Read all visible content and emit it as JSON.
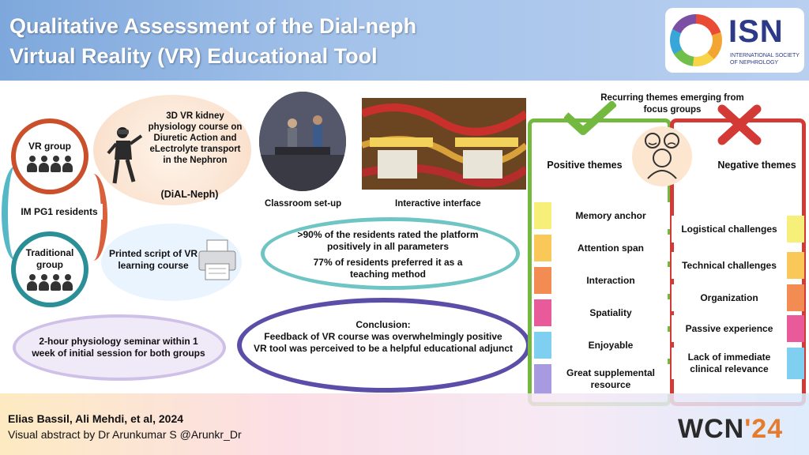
{
  "header": {
    "title_line1": "Qualitative Assessment of the Dial-neph",
    "title_line2": "Virtual Reality (VR) Educational Tool"
  },
  "logo": {
    "name": "ISN",
    "subtitle": "INTERNATIONAL SOCIETY OF NEPHROLOGY"
  },
  "groups": {
    "vr_group": "VR group",
    "participants": "IM PG1 residents",
    "traditional_group": "Traditional group"
  },
  "vr_course": {
    "description": "3D VR kidney physiology course on Diuretic Action and eLectrolyte transport in the Nephron",
    "name": "(DiAL-Neph)"
  },
  "printed": {
    "text": "Printed script of VR learning course"
  },
  "seminar": {
    "text": "2-hour physiology seminar within 1 week of initial session for both groups"
  },
  "photos": {
    "caption1": "Classroom set-up",
    "caption2": "Interactive interface"
  },
  "stats": {
    "line1": ">90% of the residents rated the platform positively in all parameters",
    "line2": "77% of residents preferred it as a teaching method"
  },
  "conclusion": {
    "title": "Conclusion:",
    "line1": "Feedback of VR course was overwhelmingly positive",
    "line2": "VR tool was perceived to be a helpful educational adjunct"
  },
  "themes": {
    "header": "Recurring themes emerging from focus groups",
    "positive_title": "Positive themes",
    "negative_title": "Negative themes",
    "positive": [
      {
        "label": "Memory anchor",
        "color": "#f6ef7a"
      },
      {
        "label": "Attention span",
        "color": "#f9c859"
      },
      {
        "label": "Interaction",
        "color": "#f28c52"
      },
      {
        "label": "Spatiality",
        "color": "#e85a9a"
      },
      {
        "label": "Enjoyable",
        "color": "#7fd0f0"
      },
      {
        "label": "Great supplemental resource",
        "color": "#a79ae0"
      }
    ],
    "negative": [
      {
        "label": "Logistical challenges",
        "color": "#f6ef7a"
      },
      {
        "label": "Technical challenges",
        "color": "#f9c859"
      },
      {
        "label": "Organization",
        "color": "#f28c52"
      },
      {
        "label": "Passive experience",
        "color": "#e85a9a"
      },
      {
        "label": "Lack of immediate clinical relevance",
        "color": "#7fd0f0"
      }
    ]
  },
  "footer": {
    "authors": "Elias Bassil, Ali Mehdi, et al, 2024",
    "visual_abstract": "Visual abstract by Dr Arunkumar S @Arunkr_Dr",
    "event_wcn": "WCN",
    "event_year": "'24"
  },
  "colors": {
    "positive_border": "#74b93f",
    "negative_border": "#d33a36",
    "header_bg": "#7ea8dc",
    "conclusion_border": "#5b4ea8"
  }
}
